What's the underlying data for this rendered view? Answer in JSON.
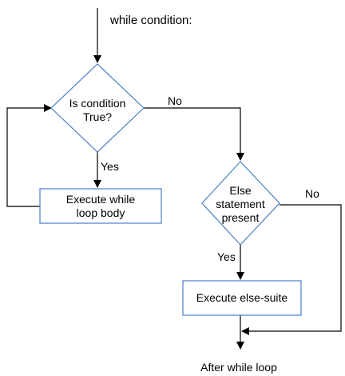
{
  "colors": {
    "background": "#ffffff",
    "shape_stroke": "#4a7fc4",
    "connector": "#000000",
    "text": "#000000"
  },
  "labels": {
    "entry": "while condition:",
    "decision_condition_line1": "Is condition",
    "decision_condition_line2": "True?",
    "loop_body_line1": "Execute while",
    "loop_body_line2": "loop body",
    "decision_else_line1": "Else",
    "decision_else_line2": "statement",
    "decision_else_line3": "present",
    "else_suite": "Execute else-suite",
    "exit": "After while loop",
    "yes_condition": "Yes",
    "no_condition": "No",
    "yes_else": "Yes",
    "no_else": "No"
  }
}
